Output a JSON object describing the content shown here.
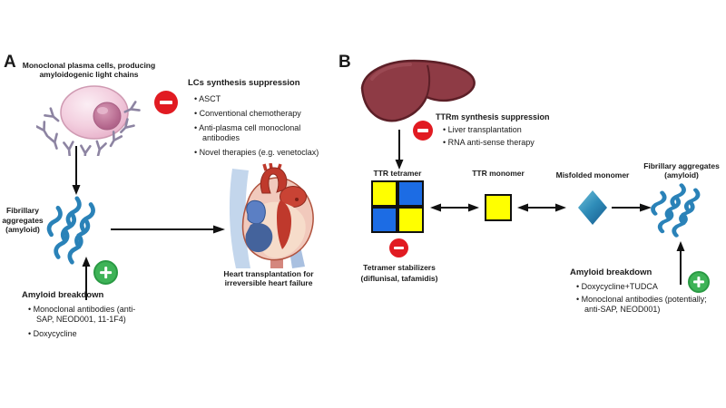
{
  "figure": {
    "background": "#ffffff",
    "colors": {
      "inhibition_red": "#e11b22",
      "promotion_green": "#3eb357",
      "fibril_blue": "#2a82b8",
      "tetramer_blue": "#1c6ce4",
      "tetramer_yellow": "#ffff00",
      "text": "#1a1a1a"
    },
    "icons": {
      "minus_circle": "inhibition",
      "plus_circle": "promotion"
    }
  },
  "panel_a": {
    "label": "A",
    "plasma_cells_caption": "Monoclonal plasma cells, producing amyloidogenic light chains",
    "lcs_suppression": {
      "title": "LCs synthesis suppression",
      "items": [
        "ASCT",
        "Conventional chemotherapy",
        "Anti-plasma cell monoclonal antibodies",
        "Novel therapies (e.g. venetoclax)"
      ]
    },
    "fibrillary_label": "Fibrillary aggregates (amyloid)",
    "heart_caption": "Heart transplantation for irreversible heart failure",
    "amyloid_breakdown": {
      "title": "Amyloid breakdown",
      "items": [
        "Monoclonal antibodies (anti-SAP, NEOD001, 11-1F4)",
        "Doxycycline"
      ]
    }
  },
  "panel_b": {
    "label": "B",
    "ttrm_suppression": {
      "title": "TTRm synthesis suppression",
      "items": [
        "Liver transplantation",
        "RNA anti-sense therapy"
      ]
    },
    "ttr_tetramer_label": "TTR tetramer",
    "ttr_monomer_label": "TTR monomer",
    "misfolded_monomer_label": "Misfolded monomer",
    "fibrillary_label": "Fibrillary aggregates (amyloid)",
    "tetramer_stabilizers": {
      "title": "Tetramer stabilizers",
      "subtitle": "(diflunisal, tafamidis)"
    },
    "amyloid_breakdown": {
      "title": "Amyloid breakdown",
      "items": [
        "Doxycycline+TUDCA",
        "Monoclonal antibodies (potentially; anti-SAP, NEOD001)"
      ]
    }
  }
}
